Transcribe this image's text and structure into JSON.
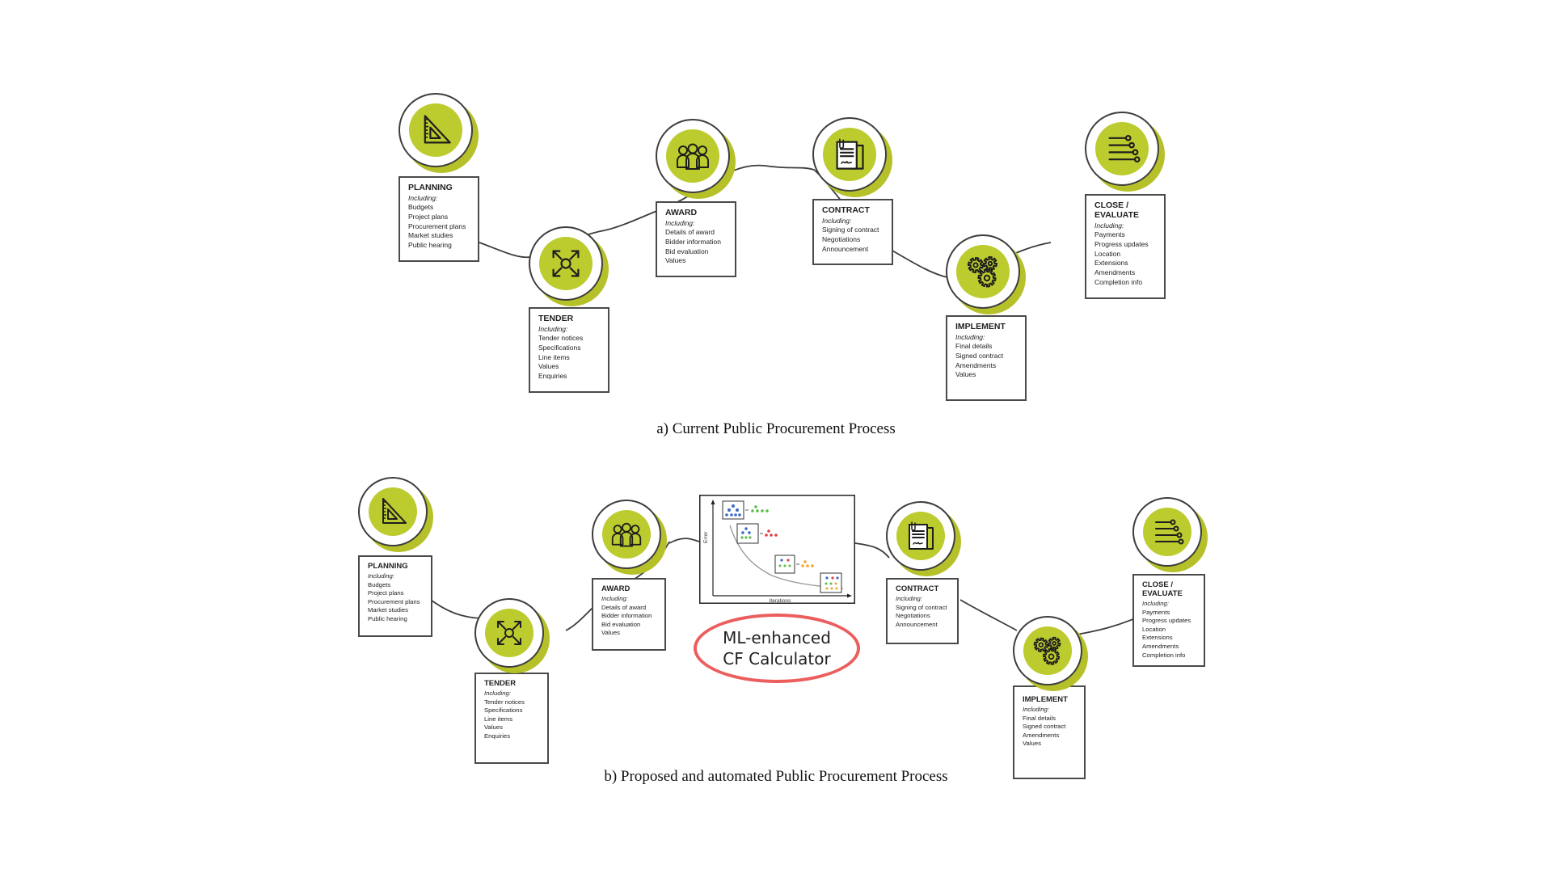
{
  "diagram_a": {
    "caption": "a) Current Public Procurement Process",
    "stages": [
      {
        "id": "planning",
        "icon": "ruler-triangle-icon",
        "title": "PLANNING",
        "including": "Including:",
        "items": [
          "Budgets",
          "Project plans",
          "Procurement plans",
          "Market studies",
          "Public hearing"
        ]
      },
      {
        "id": "tender",
        "icon": "expand-arrows-icon",
        "title": "TENDER",
        "including": "Including:",
        "items": [
          "Tender notices",
          "Specifications",
          "Line items",
          "Values",
          "Enquiries"
        ]
      },
      {
        "id": "award",
        "icon": "people-group-icon",
        "title": "AWARD",
        "including": "Including:",
        "items": [
          "Details of award",
          "Bidder information",
          "Bid evaluation",
          "Values"
        ]
      },
      {
        "id": "contract",
        "icon": "contract-document-icon",
        "title": "CONTRACT",
        "including": "Including:",
        "items": [
          "Signing of contract",
          "Negotiations",
          "Announcement"
        ]
      },
      {
        "id": "implement",
        "icon": "gears-icon",
        "title": "IMPLEMENT",
        "including": "Including:",
        "items": [
          "Final details",
          "Signed contract",
          "Amendments",
          "Values"
        ]
      },
      {
        "id": "close",
        "icon": "list-lines-icon",
        "title": "CLOSE /\nEVALUATE",
        "including": "Including:",
        "items": [
          "Payments",
          "Progress updates",
          "Location",
          "Extensions",
          "Amendments",
          "Completion info"
        ]
      }
    ]
  },
  "diagram_b": {
    "caption": "b) Proposed and automated Public Procurement Process",
    "stages": [
      {
        "id": "planning",
        "icon": "ruler-triangle-icon",
        "title": "PLANNING",
        "including": "Including:",
        "items": [
          "Budgets",
          "Project plans",
          "Procurement plans",
          "Market studies",
          "Public hearing"
        ]
      },
      {
        "id": "tender",
        "icon": "expand-arrows-icon",
        "title": "TENDER",
        "including": "Including:",
        "items": [
          "Tender notices",
          "Specifications",
          "Line items",
          "Values",
          "Enquiries"
        ]
      },
      {
        "id": "award",
        "icon": "people-group-icon",
        "title": "AWARD",
        "including": "Including:",
        "items": [
          "Details of award",
          "Bidder information",
          "Bid evaluation",
          "Values"
        ]
      },
      {
        "id": "contract",
        "icon": "contract-document-icon",
        "title": "CONTRACT",
        "including": "Including:",
        "items": [
          "Signing of contract",
          "Negotiations",
          "Announcement"
        ]
      },
      {
        "id": "implement",
        "icon": "gears-icon",
        "title": "IMPLEMENT",
        "including": "Including:",
        "items": [
          "Final details",
          "Signed contract",
          "Amendments",
          "Values"
        ]
      },
      {
        "id": "close",
        "icon": "list-lines-icon",
        "title": "CLOSE /\nEVALUATE",
        "including": "Including:",
        "items": [
          "Payments",
          "Progress updates",
          "Location",
          "Extensions",
          "Amendments",
          "Completion info"
        ]
      }
    ],
    "ml_module": {
      "label": "ML-enhanced\nCF Calculator",
      "chart_ylabel": "Error",
      "chart_xlabel": "Iterations"
    }
  },
  "colors": {
    "accent": "#bccb2e",
    "accent_shadow": "#b6c12a",
    "outline": "#3d3d3d",
    "highlight_oval": "#ec5d5d"
  }
}
